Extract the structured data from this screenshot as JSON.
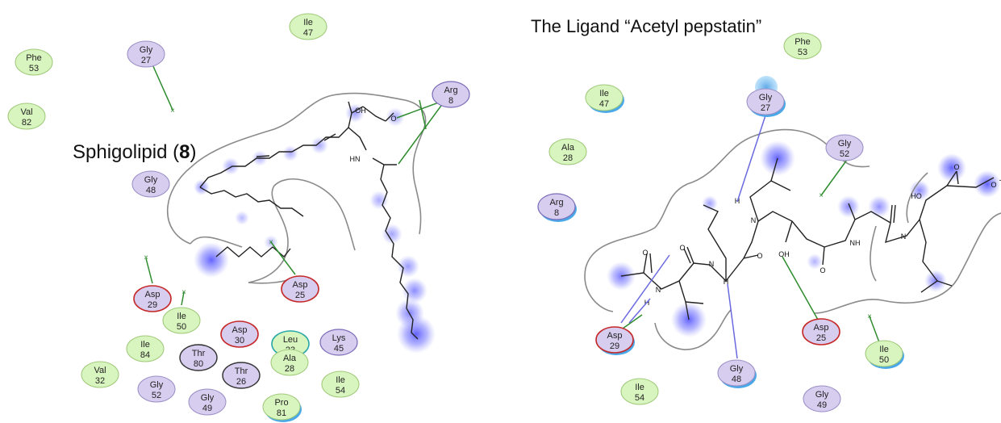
{
  "colors": {
    "hydrophobic_fill": "#d9f5bf",
    "hydrophobic_stroke": "#9fc97a",
    "polar_fill": "#d6cdef",
    "polar_stroke": "#9b8fc6",
    "acidic_stroke": "#c62828",
    "basic_stroke": "#7b6bb8",
    "neutral_dark_stroke": "#333333",
    "glycine_like_stroke": "#2aa7a7",
    "exposure_halo": "#4aa8e8",
    "ligand_exposure": "#6b6bff",
    "hbond_sidechain": "#2e8b2e",
    "hbond_backbone": "#6a6ae0"
  },
  "left_panel": {
    "title_text": "Sphigolipid (",
    "title_bold": "8",
    "title_close": ")",
    "atoms": {
      "oh": "OH",
      "o": "O",
      "hn": "HN"
    },
    "residues": [
      {
        "id": "phe53",
        "name": "Phe",
        "num": "53",
        "kind": "hydrophobic"
      },
      {
        "id": "val82",
        "name": "Val",
        "num": "82",
        "kind": "hydrophobic"
      },
      {
        "id": "gly27",
        "name": "Gly",
        "num": "27",
        "kind": "polar"
      },
      {
        "id": "ile47",
        "name": "Ile",
        "num": "47",
        "kind": "hydrophobic"
      },
      {
        "id": "arg8",
        "name": "Arg",
        "num": "8",
        "kind": "basic"
      },
      {
        "id": "gly48",
        "name": "Gly",
        "num": "48",
        "kind": "polar"
      },
      {
        "id": "asp29",
        "name": "Asp",
        "num": "29",
        "kind": "acidic"
      },
      {
        "id": "asp25",
        "name": "Asp",
        "num": "25",
        "kind": "acidic"
      },
      {
        "id": "ile50",
        "name": "Ile",
        "num": "50",
        "kind": "hydrophobic"
      },
      {
        "id": "asp30",
        "name": "Asp",
        "num": "30",
        "kind": "acidic"
      },
      {
        "id": "leu23",
        "name": "Leu",
        "num": "23",
        "kind": "glycine_like"
      },
      {
        "id": "lys45",
        "name": "Lys",
        "num": "45",
        "kind": "basic"
      },
      {
        "id": "ile84",
        "name": "Ile",
        "num": "84",
        "kind": "hydrophobic"
      },
      {
        "id": "thr80",
        "name": "Thr",
        "num": "80",
        "kind": "neutral_dark"
      },
      {
        "id": "ala28",
        "name": "Ala",
        "num": "28",
        "kind": "hydrophobic"
      },
      {
        "id": "val32",
        "name": "Val",
        "num": "32",
        "kind": "hydrophobic"
      },
      {
        "id": "thr26",
        "name": "Thr",
        "num": "26",
        "kind": "neutral_dark"
      },
      {
        "id": "ile54",
        "name": "Ile",
        "num": "54",
        "kind": "hydrophobic"
      },
      {
        "id": "gly52",
        "name": "Gly",
        "num": "52",
        "kind": "polar"
      },
      {
        "id": "gly49",
        "name": "Gly",
        "num": "49",
        "kind": "polar"
      },
      {
        "id": "pro81",
        "name": "Pro",
        "num": "81",
        "kind": "hydrophobic",
        "exposed": true
      }
    ]
  },
  "right_panel": {
    "title_text": "The Ligand “Acetyl pepstatin”",
    "atoms": {
      "ho": "HO",
      "o_minus": "O",
      "minus": "-",
      "o": "O",
      "nh": "NH",
      "n": "N",
      "h": "H",
      "oh": "OH"
    },
    "residues": [
      {
        "id": "phe53",
        "name": "Phe",
        "num": "53",
        "kind": "hydrophobic"
      },
      {
        "id": "ile47",
        "name": "Ile",
        "num": "47",
        "kind": "hydrophobic",
        "exposed": true
      },
      {
        "id": "gly27",
        "name": "Gly",
        "num": "27",
        "kind": "polar",
        "exposed": true
      },
      {
        "id": "gly52",
        "name": "Gly",
        "num": "52",
        "kind": "polar"
      },
      {
        "id": "ala28",
        "name": "Ala",
        "num": "28",
        "kind": "hydrophobic"
      },
      {
        "id": "arg8",
        "name": "Arg",
        "num": "8",
        "kind": "basic",
        "exposed": true
      },
      {
        "id": "asp29",
        "name": "Asp",
        "num": "29",
        "kind": "acidic",
        "exposed": true
      },
      {
        "id": "asp25",
        "name": "Asp",
        "num": "25",
        "kind": "acidic"
      },
      {
        "id": "ile50",
        "name": "Ile",
        "num": "50",
        "kind": "hydrophobic",
        "exposed": true
      },
      {
        "id": "gly48",
        "name": "Gly",
        "num": "48",
        "kind": "polar",
        "exposed": true
      },
      {
        "id": "ile54",
        "name": "Ile",
        "num": "54",
        "kind": "hydrophobic"
      },
      {
        "id": "gly49",
        "name": "Gly",
        "num": "49",
        "kind": "polar"
      }
    ]
  }
}
